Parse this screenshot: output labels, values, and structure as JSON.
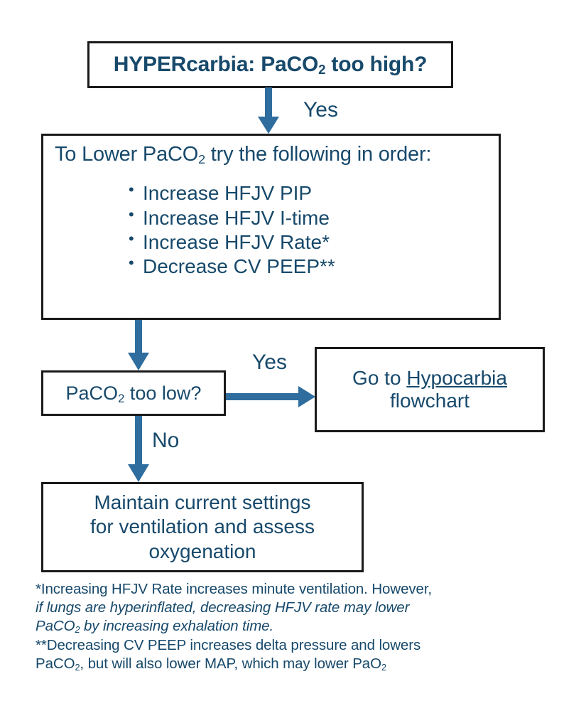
{
  "colors": {
    "text": "#17496b",
    "arrow": "#2e6d9e",
    "border": "#1a1a1a",
    "background": "#ffffff"
  },
  "flowchart": {
    "title_node": {
      "prefix": "HYPERcarbia: PaCO",
      "sub": "2",
      "suffix": " too high?"
    },
    "instruction_node": {
      "heading_prefix": "To Lower PaCO",
      "heading_sub": "2",
      "heading_suffix": " try the following in order:",
      "bullets": [
        "Increase HFJV PIP",
        "Increase HFJV I-time",
        "Increase HFJV Rate*",
        "Decrease CV PEEP**"
      ]
    },
    "decision_node": {
      "prefix": "PaCO",
      "sub": "2",
      "suffix": " too low?"
    },
    "hypocarbia_node": {
      "lead": "Go to ",
      "link": "Hypocarbia",
      "second_line": "flowchart"
    },
    "maintain_node": {
      "line1": "Maintain current settings",
      "line2": "for ventilation and assess",
      "line3": "oxygenation"
    },
    "edge_labels": {
      "yes_top": "Yes",
      "yes_middle": "Yes",
      "no": "No"
    }
  },
  "footnotes": {
    "line1": "*Increasing HFJV Rate increases minute ventilation.  However,",
    "line2": "if lungs are hyperinflated, decreasing HFJV rate may lower",
    "line3_prefix": "PaCO",
    "line3_sub": "2",
    "line3_suffix": " by increasing exhalation time.",
    "line4": "**Decreasing CV PEEP increases delta pressure and lowers",
    "line5_prefix": "PaCO",
    "line5_sub": "2",
    "line5_mid": ", but will also lower MAP, which may lower PaO",
    "line5_sub2": "2"
  }
}
